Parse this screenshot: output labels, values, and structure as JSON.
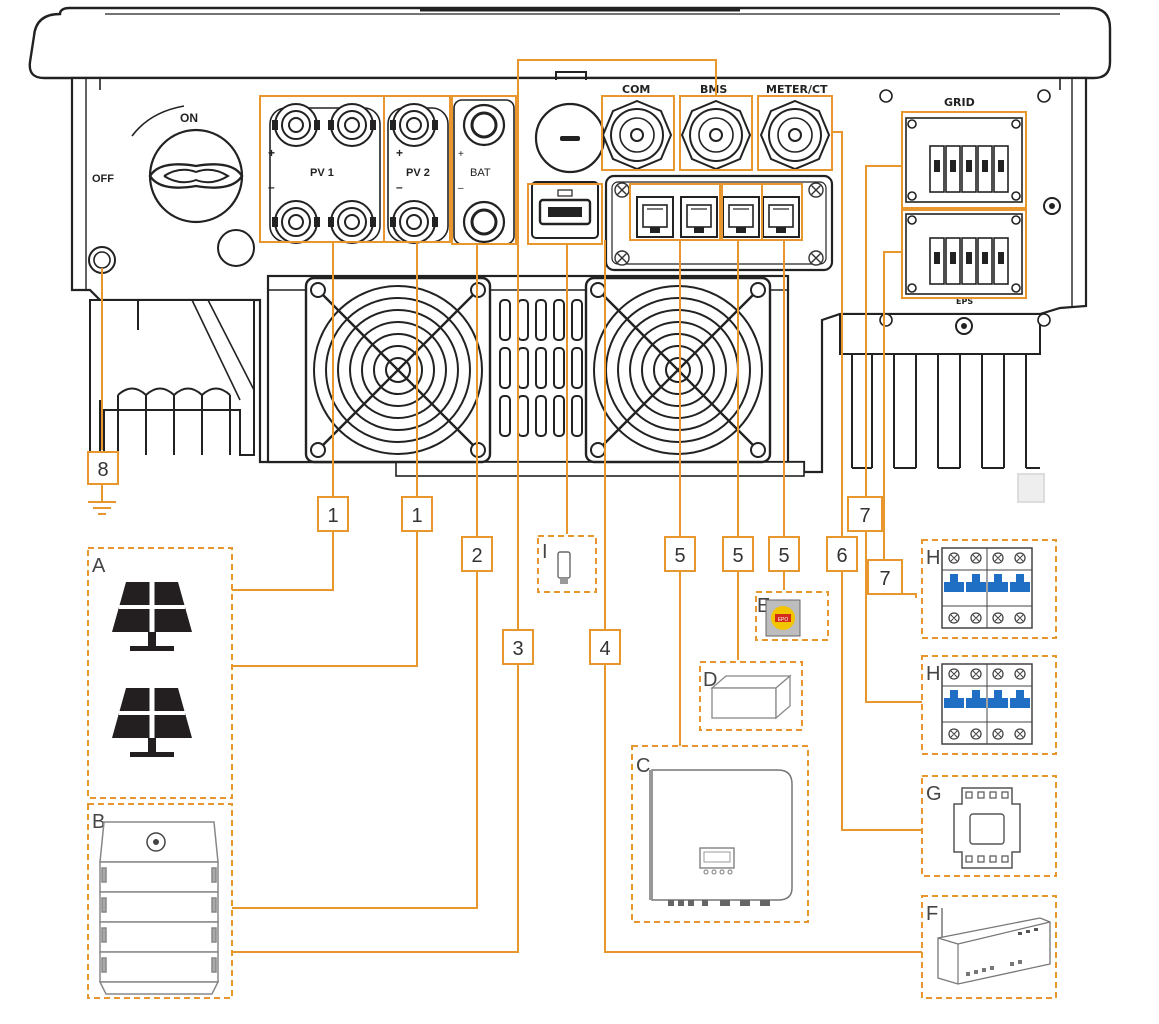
{
  "inverter": {
    "switch_on": "ON",
    "switch_off": "OFF",
    "pv1_label": "PV 1",
    "pv2_label": "PV 2",
    "bat_label": "BAT",
    "plus": "+",
    "minus": "–",
    "com_label": "COM",
    "bms_label": "BMS",
    "meter_label": "METER/CT",
    "grid_label": "GRID",
    "eps_label": "EPS"
  },
  "callouts": {
    "c1a": "1",
    "c1b": "1",
    "c2": "2",
    "c3": "3",
    "c4": "4",
    "c5a": "5",
    "c5b": "5",
    "c5c": "5",
    "c6": "6",
    "c7a": "7",
    "c7b": "7",
    "c8": "8"
  },
  "devices": {
    "A": "A",
    "B": "B",
    "C": "C",
    "D": "D",
    "E": "E",
    "F": "F",
    "G": "G",
    "H1": "H",
    "H2": "H",
    "I": "I",
    "epo_text": "EPO"
  },
  "colors": {
    "orange": "#E8962E",
    "line": "#222222",
    "panel": "#231f20"
  }
}
